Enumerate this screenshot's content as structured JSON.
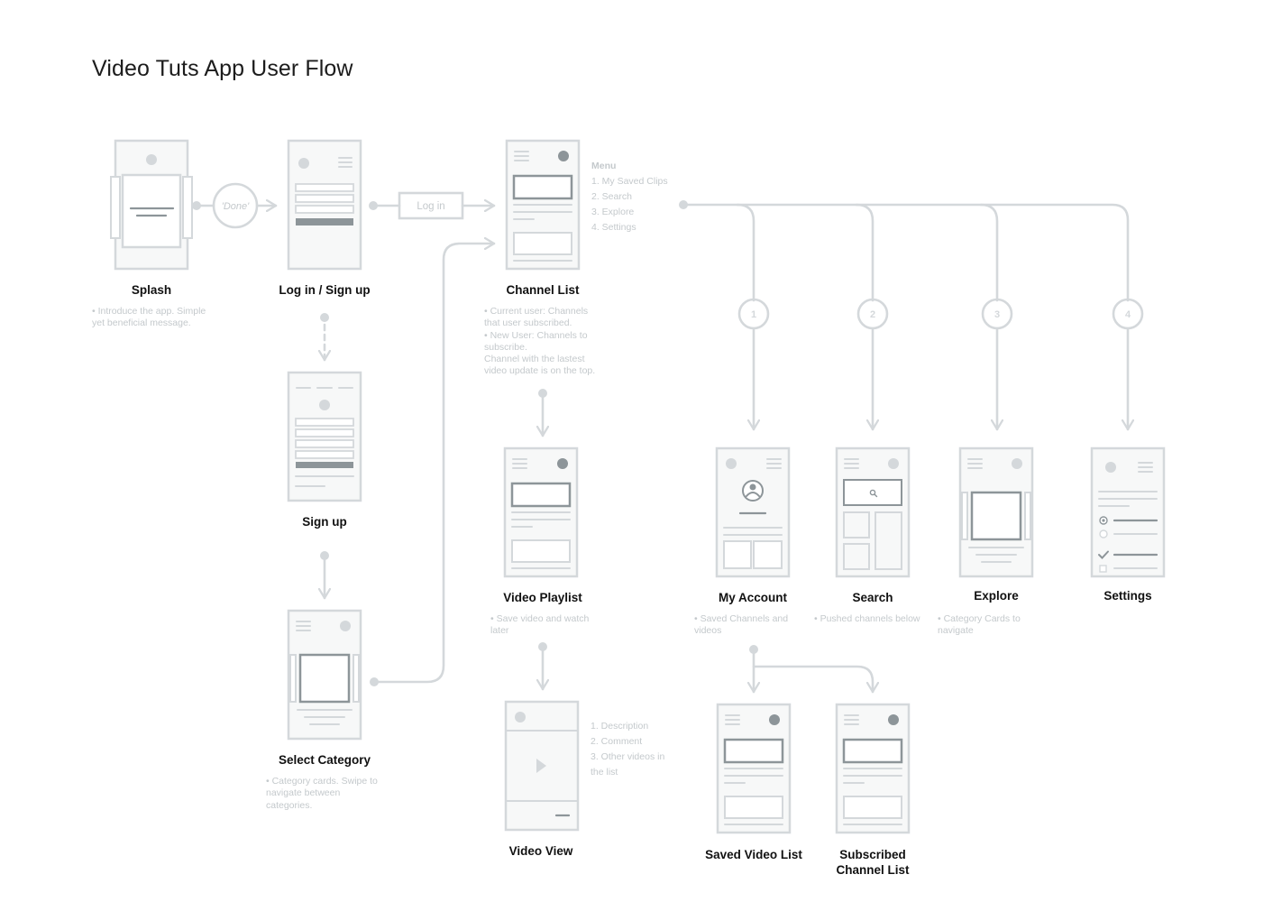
{
  "title": "Video Tuts App User Flow",
  "edges": {
    "done": "'Done'",
    "login": "Log in"
  },
  "screens": {
    "splash": {
      "label": "Splash",
      "desc": [
        "• Introduce the app. Simple",
        "yet beneficial message."
      ]
    },
    "login_signup": {
      "label": "Log in / Sign up"
    },
    "signup": {
      "label": "Sign up"
    },
    "select_category": {
      "label": "Select Category",
      "desc": [
        "• Category cards. Swipe to",
        "navigate between",
        "categories."
      ]
    },
    "channel_list": {
      "label": "Channel List",
      "desc": [
        "• Current user: Channels",
        "that user subscribed.",
        "• New User: Channels to",
        "subscribe.",
        "Channel with the lastest",
        "video update is on the top."
      ]
    },
    "video_playlist": {
      "label": "Video Playlist",
      "desc": [
        "• Save video and watch",
        "later"
      ]
    },
    "video_view": {
      "label": "Video View",
      "notes": [
        "1. Description",
        "2. Comment",
        "3. Other videos in",
        "the list"
      ]
    },
    "my_account": {
      "label": "My Account",
      "desc": [
        "• Saved Channels and",
        "videos"
      ]
    },
    "search": {
      "label": "Search",
      "desc": [
        "• Pushed channels below"
      ]
    },
    "explore": {
      "label": "Explore",
      "desc": [
        "• Category Cards to",
        "navigate"
      ]
    },
    "settings": {
      "label": "Settings"
    },
    "saved_video_list": {
      "label": "Saved Video List"
    },
    "subscribed_channel_list": {
      "label": "Subscribed Channel List",
      "lines": [
        "Subscribed",
        "Channel List"
      ]
    }
  },
  "menu": {
    "heading": "Menu",
    "items": [
      "1. My Saved Clips",
      "2. Search",
      "3. Explore",
      "4. Settings"
    ]
  },
  "branch_numbers": [
    "1",
    "2",
    "3",
    "4"
  ],
  "colors": {
    "line": "#d4d8db",
    "frame_fill": "#f7f8f8",
    "dark": "#8d9599",
    "label": "#111111",
    "muted": "#c4c9cc"
  }
}
